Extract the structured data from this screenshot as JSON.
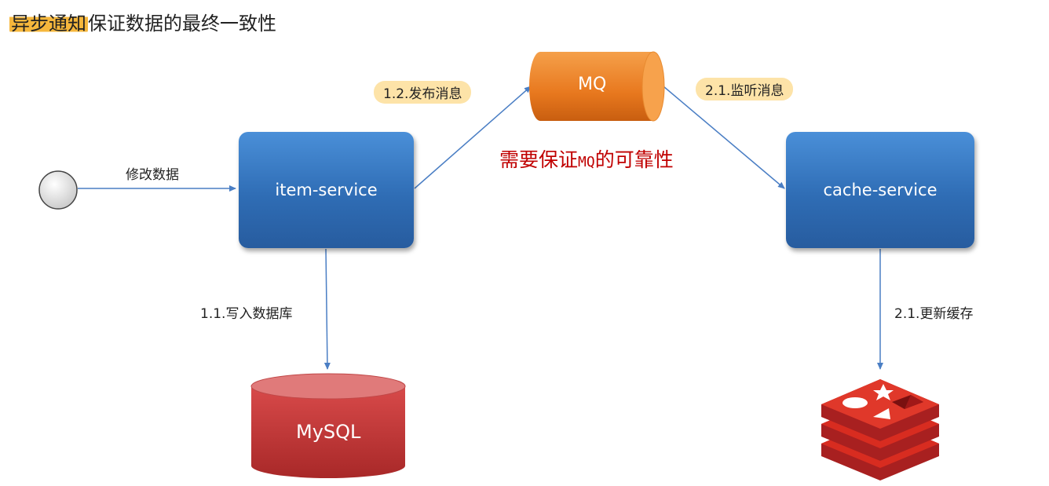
{
  "title": {
    "highlight": "异步通知",
    "rest": "保证数据的最终一致性"
  },
  "nodes": {
    "item_service": "item-service",
    "cache_service": "cache-service",
    "mq": "MQ",
    "mysql": "MySQL"
  },
  "labels": {
    "modify": "修改数据",
    "publish": "1.2.发布消息",
    "listen": "2.1.监听消息",
    "write_db": "1.1.写入数据库",
    "update_cache": "2.1.更新缓存"
  },
  "warning": {
    "prefix": "需要保证",
    "mono": "MQ",
    "suffix": "的可靠性"
  },
  "colors": {
    "service_box": "#3a7bc8",
    "mq": "#f0842c",
    "mysql": "#c8383a",
    "redis": "#d82c20",
    "highlight": "#f6b73c",
    "pill": "#fde3a8",
    "warning": "#c00000",
    "arrow": "#4a7ec4"
  },
  "icons": {
    "start": "circle-start-node",
    "redis": "redis-logo-icon"
  }
}
